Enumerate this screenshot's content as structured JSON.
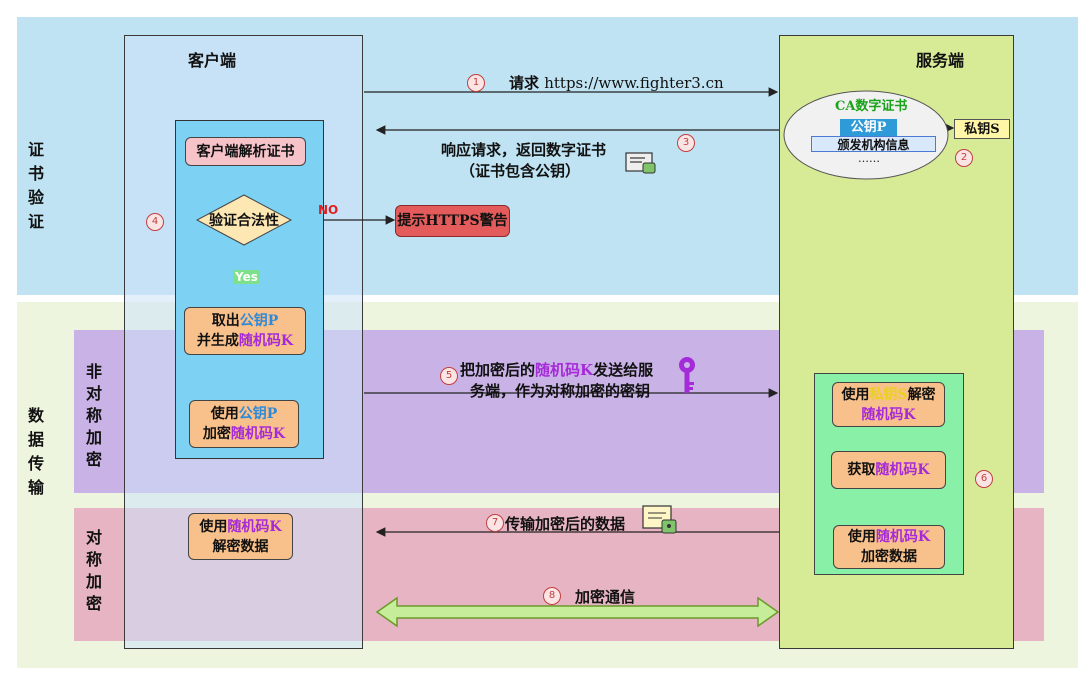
{
  "sections": {
    "cert_verify": "证书验证",
    "data_transfer": "数据传输",
    "asymmetric": "非对称加密",
    "symmetric": "对称加密"
  },
  "client": {
    "title": "客户端",
    "parse_cert": "客户端解析证书",
    "verify": "验证合法性",
    "yes": "Yes",
    "no": "NO",
    "warn": "提示HTTPS警告",
    "take_pub_1": "取出",
    "take_pub_key": "公钥P",
    "gen_rand_1": "并生成",
    "gen_rand_key": "随机码K",
    "use": "使用",
    "encrypt": "加密",
    "decrypt_data_1": "使用",
    "decrypt_data_key": "随机码K",
    "decrypt_data_2": "解密数据"
  },
  "server": {
    "title": "服务端",
    "ca_title": "CA数字证书",
    "pub_key": "公钥P",
    "issuer": "颁发机构信息",
    "ellipsis": "……",
    "priv_key": "私钥S",
    "use": "使用",
    "priv_key_short": "私钥S",
    "decrypt": "解密",
    "rand_k": "随机码K",
    "get": "获取",
    "encrypt_data": "加密数据"
  },
  "steps": {
    "s1_num": "1",
    "s1_prefix": "请求 ",
    "s1_url": "https://www.fighter3.cn",
    "s2_num": "2",
    "s3_num": "3",
    "s3_line1": "响应请求，返回数字证书",
    "s3_line2": "（证书包含公钥）",
    "s4_num": "4",
    "s5_num": "5",
    "s5_a": "把加密后的",
    "s5_key": "随机码K",
    "s5_b": "发送给服",
    "s5_line2": "务端，作为对称加密的密钥",
    "s6_num": "6",
    "s7_num": "7",
    "s7_text": "传输加密后的数据",
    "s8_num": "8",
    "s8_text": "加密通信"
  },
  "colors": {
    "top_band": "#bfe3f3",
    "asym_band": "#c9b2e6",
    "sym_band": "#e7b4c4",
    "server_col": "#d7ea96",
    "purple_text": "#a52bd8",
    "blue_text": "#2e8ad8"
  },
  "icons": [
    "cert-icon",
    "key-icon",
    "scroll-icon",
    "double-arrow-icon"
  ]
}
